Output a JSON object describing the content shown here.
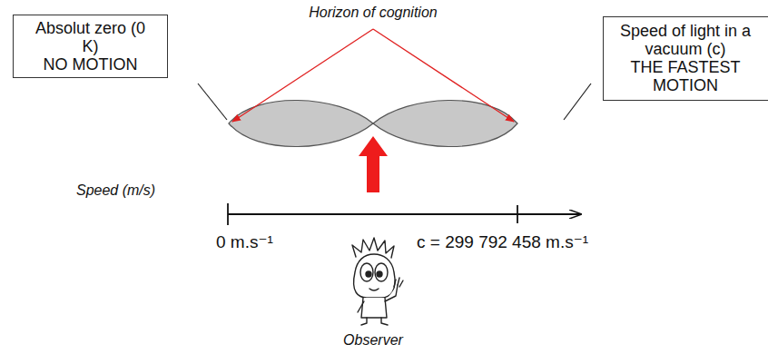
{
  "diagram": {
    "nodes": [
      {
        "text": [
          "Absolut zero (0 K)",
          "NO MOTION"
        ]
      },
      {
        "text": [
          "Speed of light in a vacuum (c)",
          "THE FASTEST MOTION"
        ]
      }
    ],
    "labels": [
      "Horizon of cognition",
      "Speed (m/s)",
      "0 m.s⁻¹",
      "c = 299 792 458 m.s⁻¹",
      "Observer"
    ]
  }
}
